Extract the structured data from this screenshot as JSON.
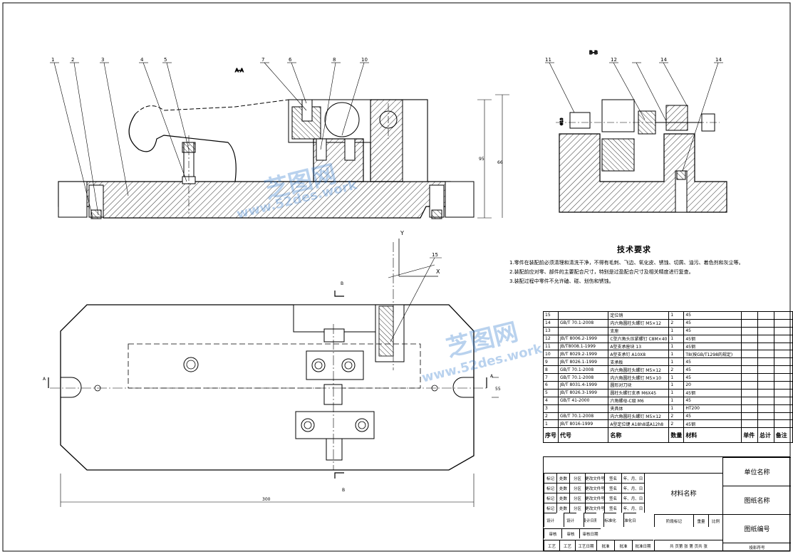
{
  "section_labels": {
    "aa": "A-A",
    "bb": "B-B"
  },
  "leader_numbers_top": [
    "1",
    "2",
    "3",
    "4",
    "5",
    "7",
    "6",
    "8",
    "10",
    "11",
    "12",
    "14"
  ],
  "leader_number_bottom": "15",
  "axis_labels": {
    "y": "Y",
    "x": "X"
  },
  "section_markers": {
    "b_top": "B",
    "b_bottom": "B",
    "a_left": "A",
    "a_right": "A"
  },
  "dimensions": {
    "overall_width": "300",
    "height_1": "95",
    "height_2": "66",
    "side_1": "55",
    "side_dia": "Φ10"
  },
  "tech_requirements": {
    "title": "技术要求",
    "items": [
      "1.零件在装配前必须清理和清洗干净，不得有毛刺、飞边、氧化皮、锈蚀、切屑、油污、着色剂和灰尘等。",
      "2.装配前应对零、部件的主要配合尺寸，特别是过盈配合尺寸及相关精度进行复查。",
      "3.装配过程中零件不允许磕、碰、划伤和锈蚀。"
    ]
  },
  "bom": [
    {
      "no": "15",
      "code": "",
      "name": "定位销",
      "qty": "1",
      "mat": "45"
    },
    {
      "no": "14",
      "code": "GB/T 70.1-2008",
      "name": "内六角圆柱头螺钉 M5×12",
      "qty": "2",
      "mat": "45"
    },
    {
      "no": "13",
      "code": "",
      "name": "支座",
      "qty": "1",
      "mat": "45"
    },
    {
      "no": "12",
      "code": "JB/T 8006.2-1999",
      "name": "C型六角头压紧螺钉 C8M×40",
      "qty": "1",
      "mat": "45钢"
    },
    {
      "no": "11",
      "code": "JB/T8008.1-1999",
      "name": "A型支承座块 13",
      "qty": "1",
      "mat": "45钢"
    },
    {
      "no": "10",
      "code": "JB/T 8029.2-1999",
      "name": "A型支承钉 A10X8",
      "qty": "1",
      "mat": "T8(按GB/T1298的规定)"
    },
    {
      "no": "9",
      "code": "JB/T 8026.1-1999",
      "name": "支承板",
      "qty": "1",
      "mat": "45"
    },
    {
      "no": "8",
      "code": "GB/T 70.1-2008",
      "name": "内六角圆柱头螺钉 M5×12",
      "qty": "2",
      "mat": "45"
    },
    {
      "no": "7",
      "code": "GB/T 70.1-2008",
      "name": "内六角圆柱头螺钉 M5×10",
      "qty": "1",
      "mat": "45"
    },
    {
      "no": "6",
      "code": "JB/T 8031.4-1999",
      "name": "圆形对刀块",
      "qty": "1",
      "mat": "20"
    },
    {
      "no": "5",
      "code": "JB/T 8026.3-1999",
      "name": "圆柱头螺钉支承 M6X45",
      "qty": "1",
      "mat": "45钢"
    },
    {
      "no": "4",
      "code": "GB/T 41-2000",
      "name": "六角螺母-C级 M6",
      "qty": "1",
      "mat": "45"
    },
    {
      "no": "3",
      "code": "",
      "name": "夹具体",
      "qty": "1",
      "mat": "HT200"
    },
    {
      "no": "2",
      "code": "GB/T 70.1-2008",
      "name": "内六角圆柱头螺钉 M5×12",
      "qty": "2",
      "mat": "45"
    },
    {
      "no": "1",
      "code": "JB/T 8016-1999",
      "name": "A型定位键 A18h8或A12h8",
      "qty": "2",
      "mat": "45钢"
    }
  ],
  "bom_header": {
    "no": "序号",
    "code": "代号",
    "name": "名称",
    "qty": "数量",
    "mat": "材料",
    "unit": "单件",
    "total": "总计",
    "weight": "重量",
    "remark": "备注"
  },
  "title_block": {
    "material_name": "材料名称",
    "unit_name": "单位名称",
    "drawing_name": "图纸名称",
    "drawing_no": "图纸编号",
    "sub_no": "投影符号",
    "rev_rows": [
      [
        "标记",
        "处数",
        "分区",
        "更改文件号",
        "签名",
        "年、月、日"
      ],
      [
        "标记",
        "处数",
        "分区",
        "更改文件号",
        "签名",
        "年、月、日"
      ],
      [
        "标记",
        "处数",
        "分区",
        "更改文件号",
        "签名",
        "年、月、日"
      ],
      [
        "标记",
        "处数",
        "分区",
        "更改文件号",
        "签名",
        "年、月、日"
      ]
    ],
    "design_row": [
      "设计",
      "设计",
      "设计日期",
      "标准化",
      "标准化日期"
    ],
    "stage": "阶段标记",
    "weight": "重量",
    "scale": "比例",
    "review_row": [
      "审核",
      "审核",
      "审核日期"
    ],
    "process_row": [
      "工艺",
      "工艺",
      "工艺日期",
      "批准",
      "批准",
      "批准日期"
    ],
    "sheets": "共 页第 张 第 页共 张"
  },
  "watermark": {
    "brand": "芝图网",
    "url": "www.52des.work"
  }
}
